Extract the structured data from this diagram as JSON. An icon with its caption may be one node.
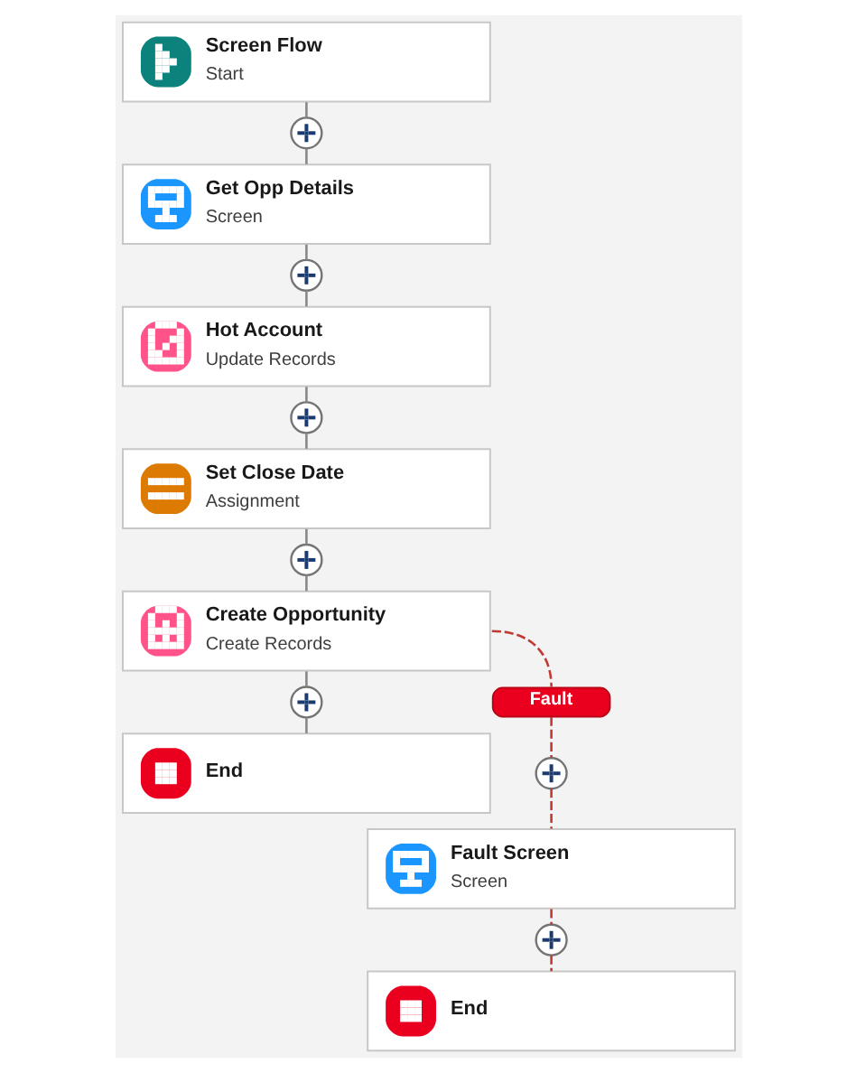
{
  "diagram": {
    "nodes": [
      {
        "text": [
          "Screen Flow",
          "Start"
        ]
      },
      {
        "text": [],
        "shape": "circle"
      },
      {
        "text": [
          "Get Opp Details",
          "Screen"
        ]
      },
      {
        "text": [],
        "shape": "circle"
      },
      {
        "text": [
          "Hot Account",
          "Update Records"
        ]
      },
      {
        "text": [],
        "shape": "circle"
      },
      {
        "text": [
          "Set Close Date",
          "Assignment"
        ]
      },
      {
        "text": [],
        "shape": "circle"
      },
      {
        "text": [
          "Create Opportunity",
          "Create Records"
        ]
      },
      {
        "text": [],
        "shape": "circle"
      },
      {
        "text": [
          "End"
        ]
      },
      {
        "text": [
          "Fault"
        ]
      },
      {
        "text": [],
        "shape": "circle"
      },
      {
        "text": [
          "Fault Screen",
          "Screen"
        ]
      },
      {
        "text": [],
        "shape": "circle"
      },
      {
        "text": [
          "End"
        ]
      }
    ],
    "edges": [
      {
        "from": 0,
        "to": 1,
        "arrow": "none"
      },
      {
        "from": 1,
        "to": 2,
        "arrow": "none"
      },
      {
        "from": 2,
        "to": 3,
        "arrow": "none"
      },
      {
        "from": 3,
        "to": 4,
        "arrow": "none"
      },
      {
        "from": 4,
        "to": 5,
        "arrow": "none"
      },
      {
        "from": 5,
        "to": 6,
        "arrow": "none"
      },
      {
        "from": 6,
        "to": 7,
        "arrow": "none"
      },
      {
        "from": 7,
        "to": 8,
        "arrow": "none"
      },
      {
        "from": 8,
        "to": 9,
        "arrow": "none"
      },
      {
        "from": 9,
        "to": 10,
        "arrow": "none"
      },
      {
        "from": 8,
        "to": 11,
        "arrow": "none",
        "style": "dashed",
        "color": "#c23934"
      },
      {
        "from": 11,
        "to": 12,
        "arrow": "none",
        "style": "dashed",
        "color": "#c23934"
      },
      {
        "from": 12,
        "to": 13,
        "arrow": "none",
        "style": "dashed",
        "color": "#c23934"
      },
      {
        "from": 13,
        "to": 14,
        "arrow": "none",
        "style": "dashed",
        "color": "#c23934"
      },
      {
        "from": 14,
        "to": 15,
        "arrow": "none",
        "style": "dashed",
        "color": "#c23934"
      }
    ]
  }
}
